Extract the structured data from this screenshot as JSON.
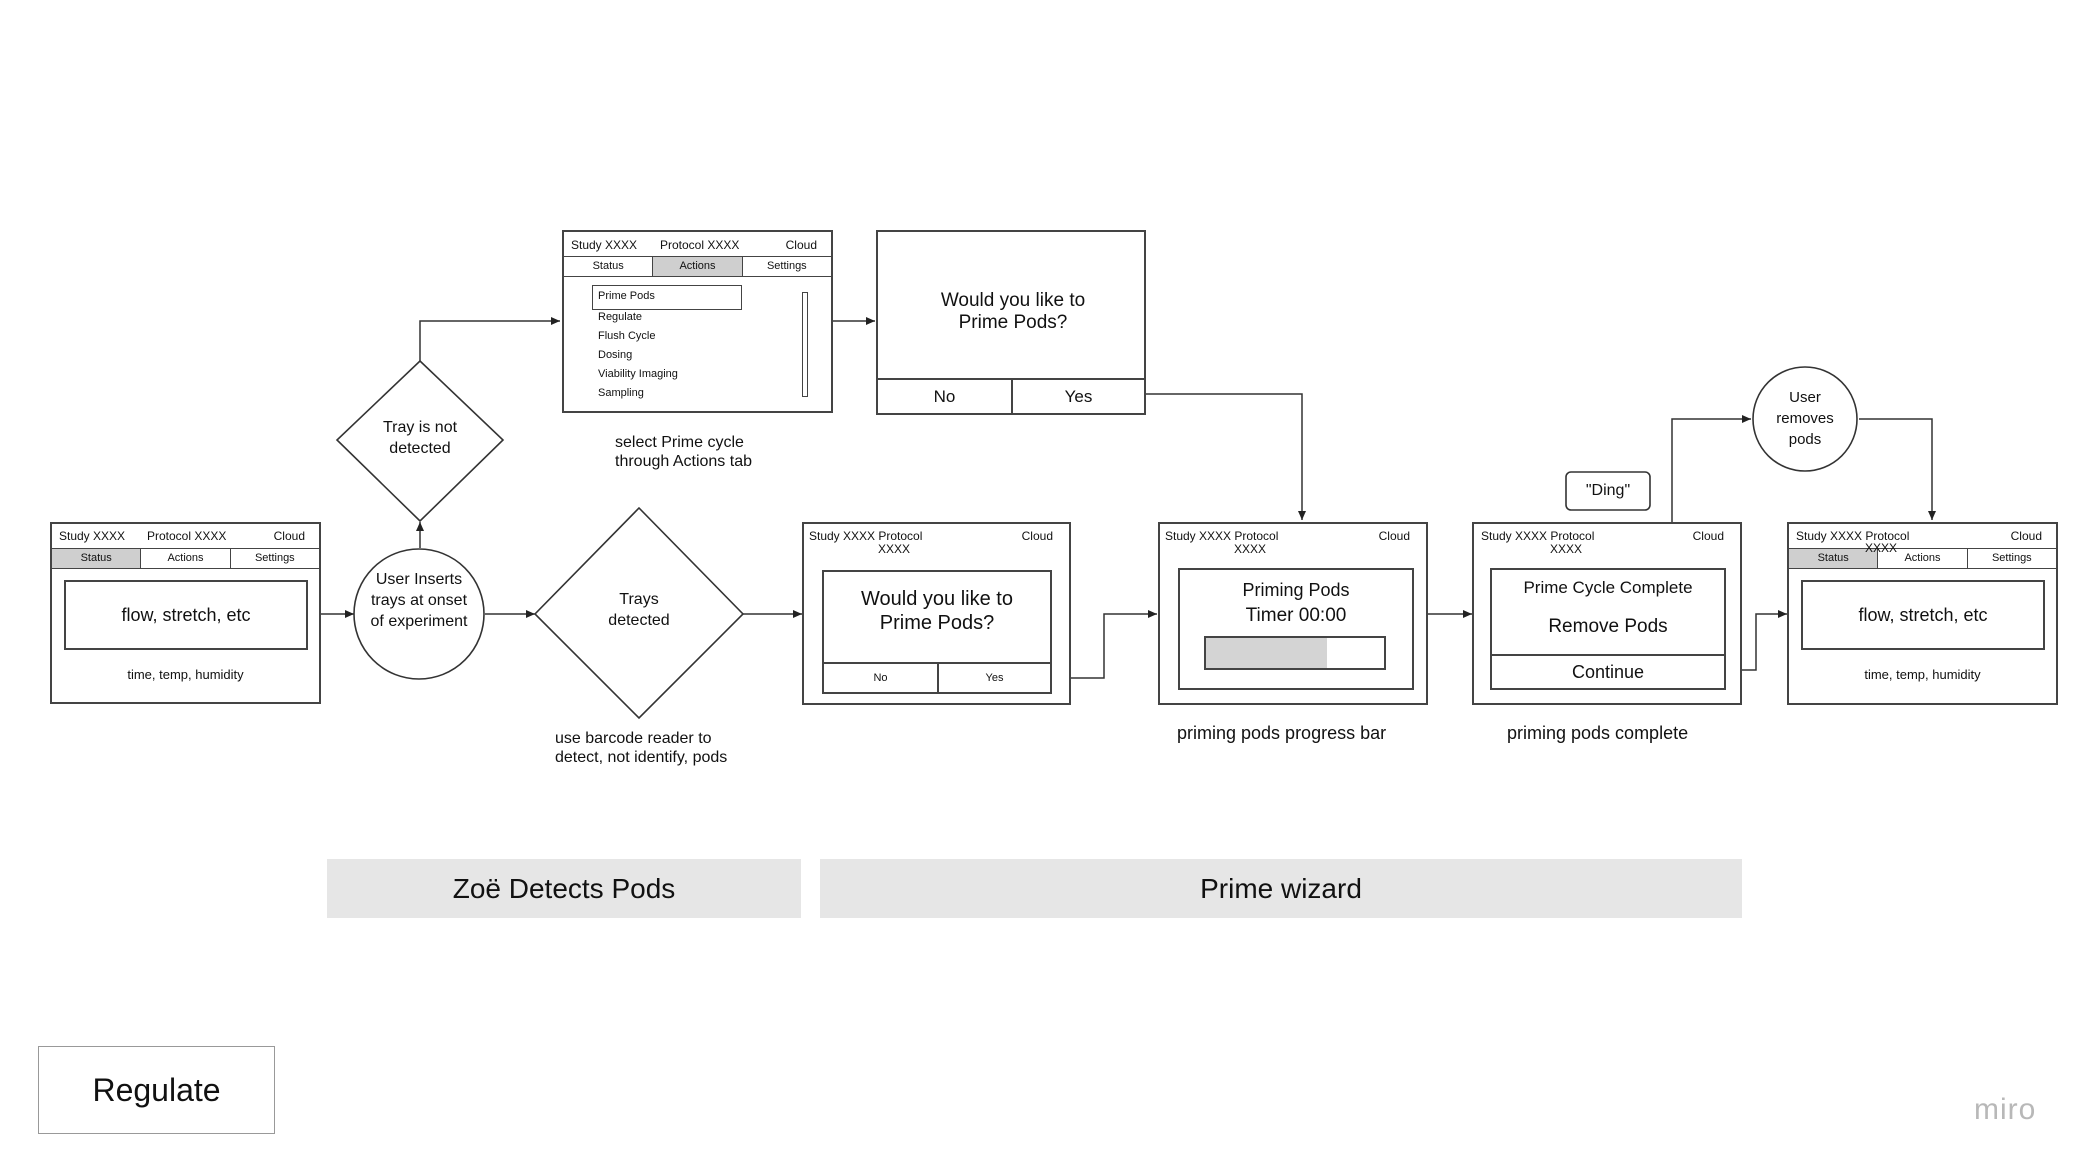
{
  "screen_left": {
    "study": "Study XXXX",
    "protocol": "Protocol  XXXX",
    "cloud": "Cloud",
    "tabs": [
      "Status",
      "Actions",
      "Settings"
    ],
    "box_text": "flow, stretch, etc",
    "footer": "time, temp, humidity"
  },
  "user_inserts": "User Inserts trays at onset of experiment",
  "tray_not_detected": "Tray is not detected",
  "trays_detected": "Trays detected",
  "barcode_note": "use barcode reader to detect, not identify, pods",
  "actions_screen": {
    "study": "Study XXXX",
    "protocol": "Protocol  XXXX",
    "cloud": "Cloud",
    "tabs": [
      "Status",
      "Actions",
      "Settings"
    ],
    "menu": [
      "Prime Pods",
      "Regulate",
      "Flush Cycle",
      "Dosing",
      "Viability Imaging",
      "Sampling"
    ],
    "caption": "select Prime cycle through Actions tab"
  },
  "prime_dialog": {
    "question": "Would you like to Prime Pods?",
    "no": "No",
    "yes": "Yes"
  },
  "prime_screen": {
    "study": "Study XXXX Protocol",
    "study2": "XXXX",
    "cloud": "Cloud",
    "question": "Would you like to Prime Pods?",
    "no": "No",
    "yes": "Yes"
  },
  "priming_screen": {
    "study": "Study XXXX Protocol",
    "study2": "XXXX",
    "cloud": "Cloud",
    "title": "Priming Pods",
    "timer": "Timer 00:00",
    "progress": 0.68,
    "caption": "priming pods progress bar"
  },
  "complete_screen": {
    "study": "Study XXXX Protocol",
    "study2": "XXXX",
    "cloud": "Cloud",
    "title": "Prime Cycle Complete",
    "remove": "Remove Pods",
    "continue": "Continue",
    "caption": "priming pods complete"
  },
  "ding": "\"Ding\"",
  "user_removes": "User removes pods",
  "screen_right": {
    "study": "Study XXXX Protocol",
    "study2": "XXXX",
    "cloud": "Cloud",
    "tabs": [
      "Status",
      "Actions",
      "Settings"
    ],
    "box_text": "flow, stretch, etc",
    "footer": "time, temp, humidity"
  },
  "band_detect": "Zoë Detects Pods",
  "band_prime": "Prime wizard",
  "regulate": "Regulate",
  "brand": "miro"
}
